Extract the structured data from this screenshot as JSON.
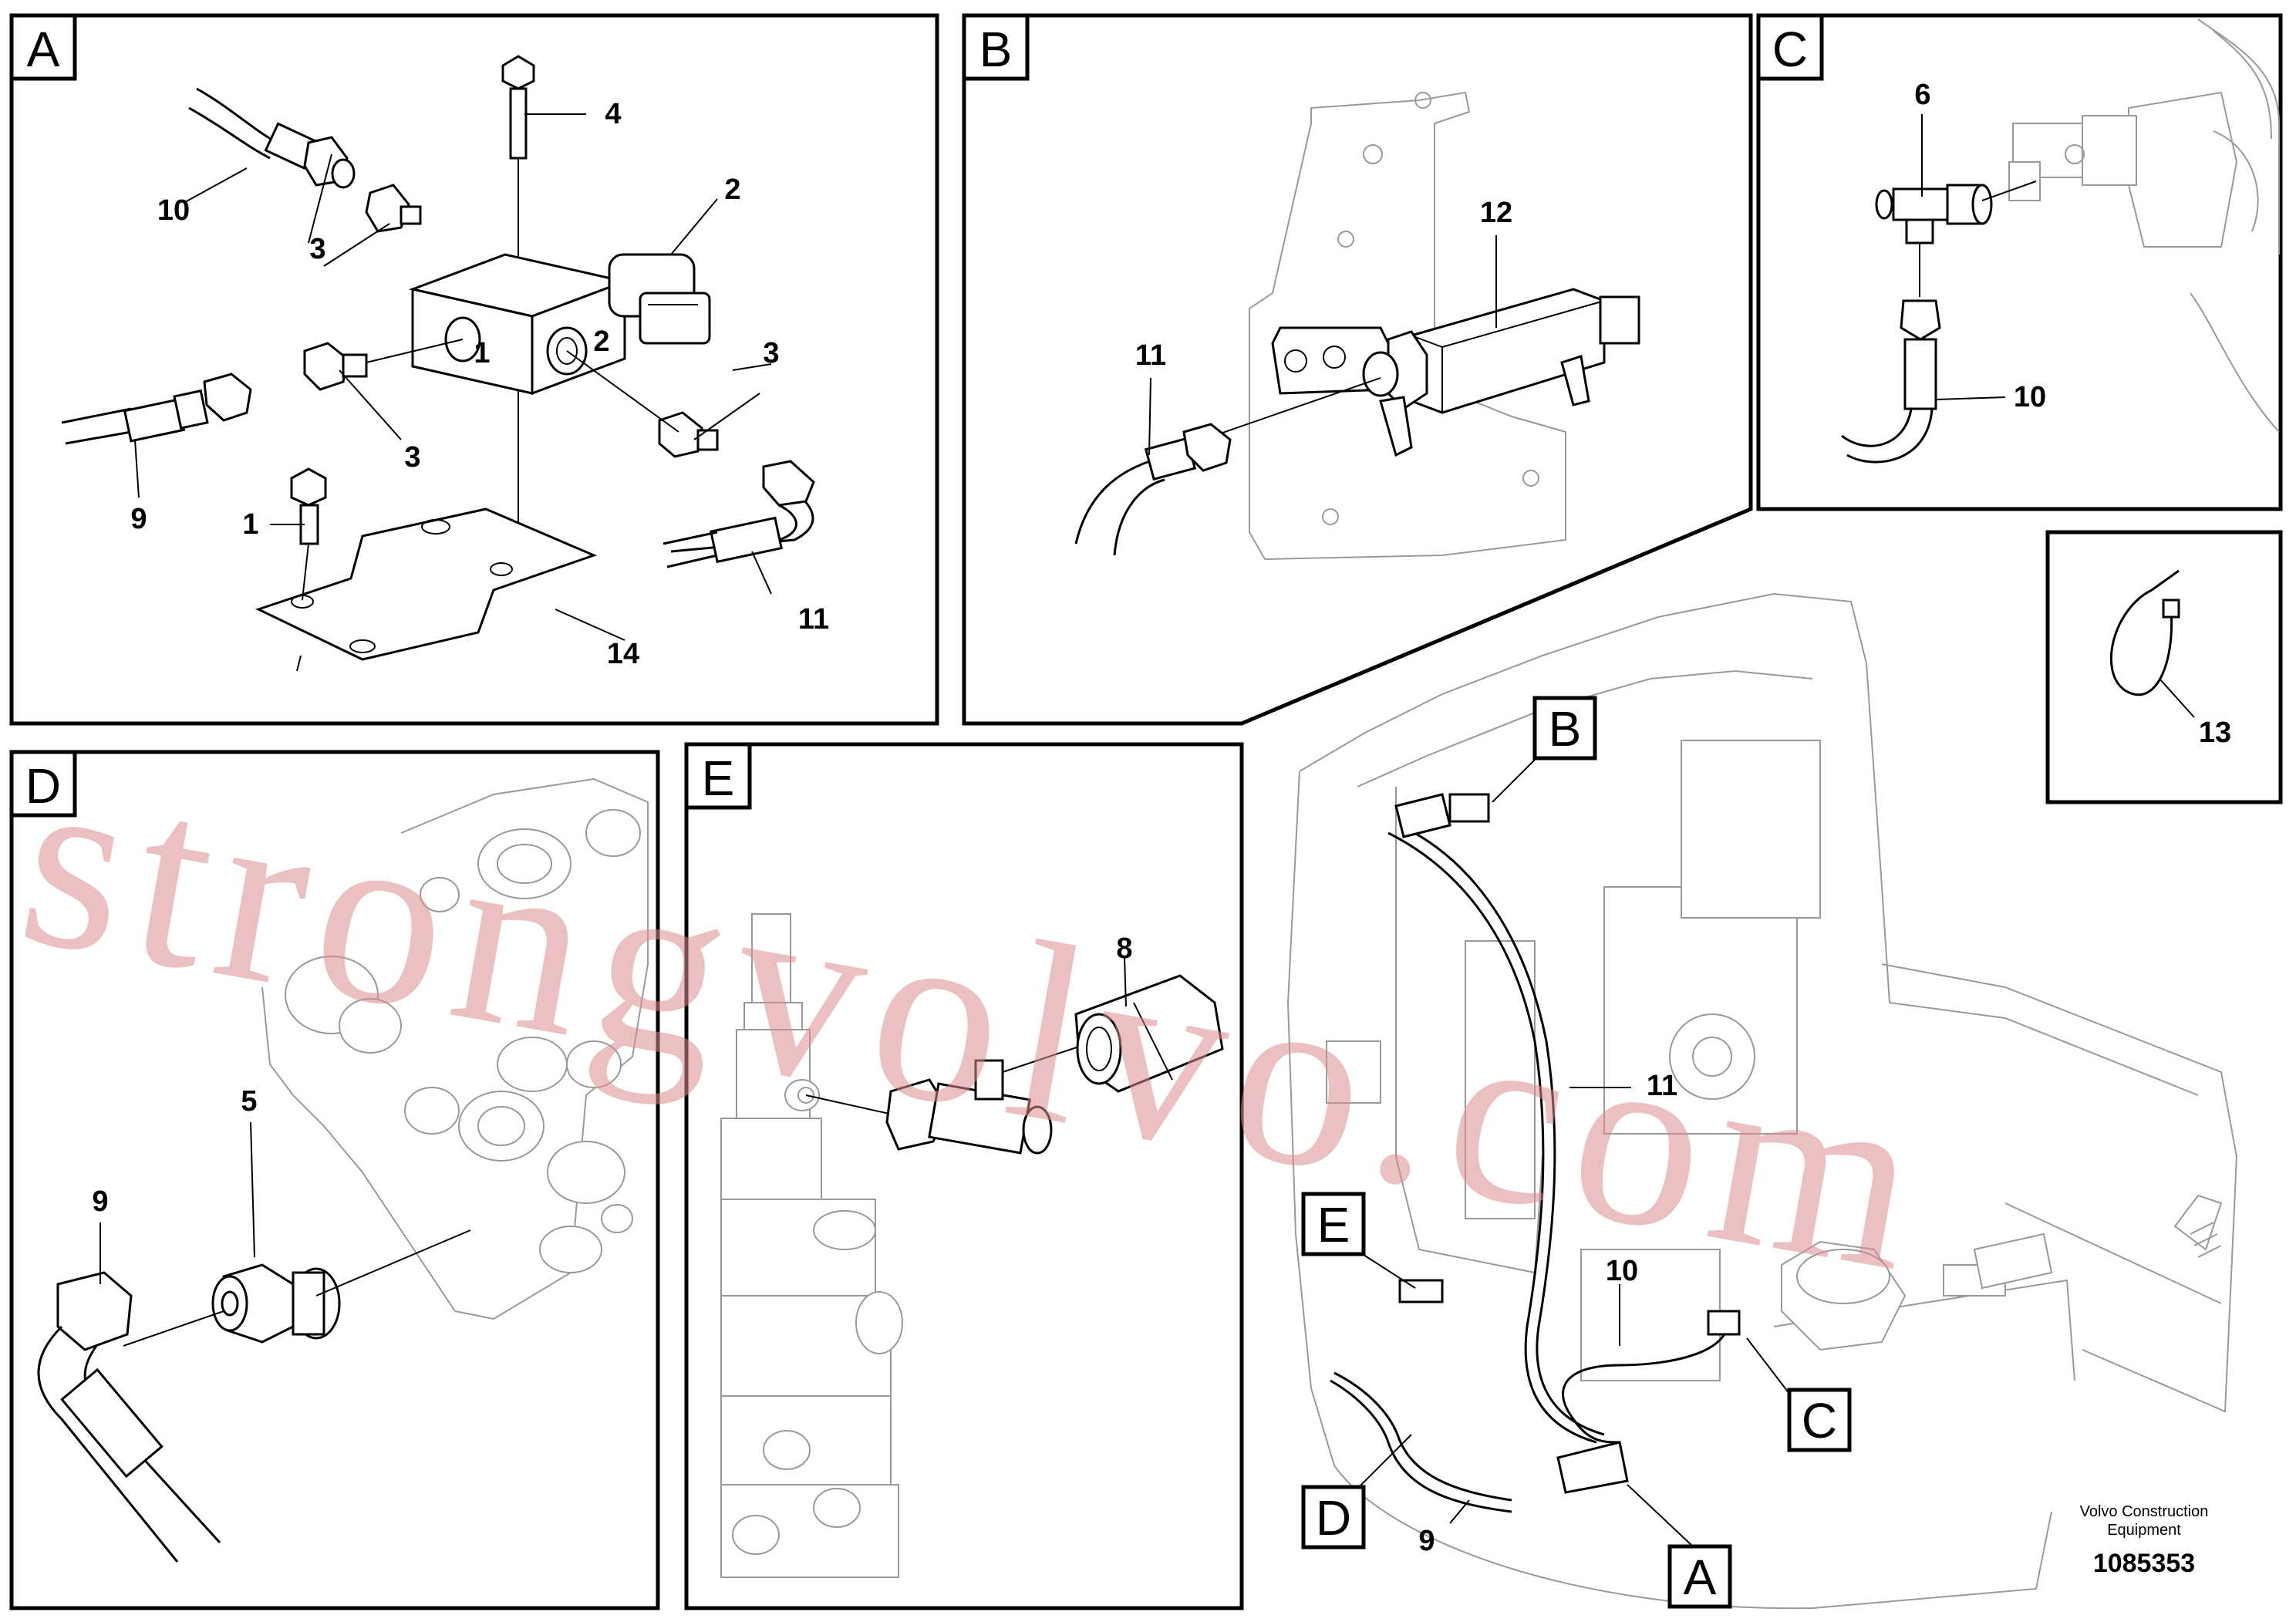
{
  "panels": {
    "A": {
      "letter": "A",
      "callouts": {
        "c1": "1",
        "c2": "2",
        "c3a": "3",
        "c3b": "3",
        "c3c": "3",
        "c4": "4",
        "c9": "9",
        "c10": "10",
        "c11": "11",
        "c14": "14",
        "port1": "1",
        "port2": "2"
      }
    },
    "B": {
      "letter": "B",
      "callouts": {
        "c11": "11",
        "c12": "12"
      }
    },
    "C": {
      "letter": "C",
      "callouts": {
        "c6": "6",
        "c10": "10"
      }
    },
    "D": {
      "letter": "D",
      "callouts": {
        "c5": "5",
        "c9": "9"
      }
    },
    "E": {
      "letter": "E",
      "callouts": {
        "c8": "8"
      }
    },
    "clip": {
      "callouts": {
        "c13": "13"
      }
    },
    "overview": {
      "callouts": {
        "c9": "9",
        "c10": "10",
        "c11": "11"
      },
      "flags": {
        "A": "A",
        "B": "B",
        "C": "C",
        "D": "D",
        "E": "E"
      }
    }
  },
  "watermark": "strongvolvo.com",
  "footer": {
    "line1": "Volvo Construction",
    "line2": "Equipment",
    "doc_number": "1085353"
  }
}
